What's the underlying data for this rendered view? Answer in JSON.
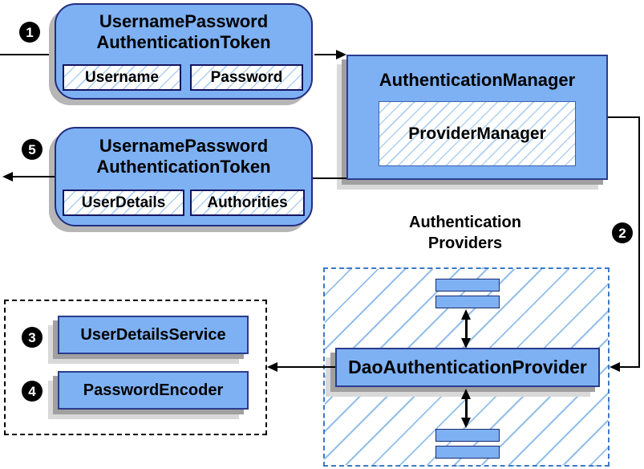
{
  "badges": {
    "step1": "1",
    "step2": "2",
    "step3": "3",
    "step4": "4",
    "step5": "5"
  },
  "token_request": {
    "title_line1": "UsernamePassword",
    "title_line2": "AuthenticationToken",
    "field_username": "Username",
    "field_password": "Password"
  },
  "auth_manager": {
    "title": "AuthenticationManager",
    "inner": "ProviderManager"
  },
  "token_response": {
    "title_line1": "UsernamePassword",
    "title_line2": "AuthenticationToken",
    "field_userdetails": "UserDetails",
    "field_authorities": "Authorities"
  },
  "providers": {
    "label_line1": "Authentication",
    "label_line2": "Providers",
    "dao": "DaoAuthenticationProvider"
  },
  "services": {
    "user_details_service": "UserDetailsService",
    "password_encoder": "PasswordEncoder"
  },
  "colors": {
    "box_fill": "#7EB1F3",
    "rect_border": "#2B3C8E",
    "rounded_border": "#222D7E",
    "field_border": "#14145F",
    "hatch_line": "#AECFF2",
    "providers_dash": "#3C78C8",
    "shadow_dark": "#A0A0A0",
    "shadow_light": "#D9D9D9",
    "rounded_shadow": "#B6B6B6",
    "connector": "#000000"
  }
}
